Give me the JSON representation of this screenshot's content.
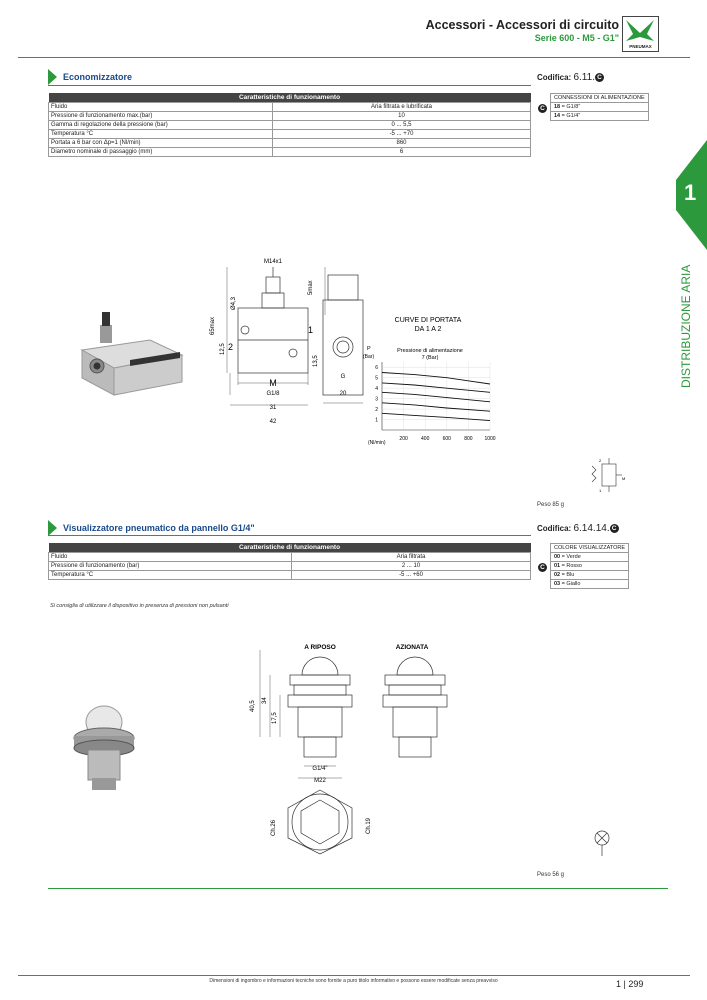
{
  "header": {
    "title": "Accessori - Accessori di circuito",
    "subtitle": "Serie 600 - M5 - G1\"",
    "logo_text": "PNEUMAX"
  },
  "side_tab": {
    "number": "1",
    "label": "DISTRIBUZIONE ARIA"
  },
  "section1": {
    "title": "Economizzatore",
    "codifica_label": "Codifica:",
    "codifica_value": "6.11.",
    "codifica_badge": "C",
    "table_header": "Caratteristiche di funzionamento",
    "rows": [
      {
        "label": "Fluido",
        "value": "Aria filtrata e lubrificata"
      },
      {
        "label": "Pressione di funzionamento max.(bar)",
        "value": "10"
      },
      {
        "label": "Gamma di regolazione della pressione (bar)",
        "value": "0 ... 5,5"
      },
      {
        "label": "Temperatura °C",
        "value": "-5 ... +70"
      },
      {
        "label": "Portata a 6 bar con Δp=1 (Nl/min)",
        "value": "860"
      },
      {
        "label": "Diametro nominale di passaggio (mm)",
        "value": "6"
      }
    ],
    "options_header": "CONNESSIONI DI ALIMENTAZIONE",
    "options": [
      {
        "code": "18",
        "text": " = G1/8\""
      },
      {
        "code": "14",
        "text": " = G1/4\""
      }
    ],
    "drawing": {
      "m14": "M14x1",
      "dia": "Ø4,3",
      "dim65": "65max",
      "dim5": "5max",
      "p1": "1",
      "p2": "2",
      "d125": "12,5",
      "d135": "13,5",
      "m": "M",
      "g18": "G1/8",
      "d31": "31",
      "d42": "42",
      "g": "G",
      "d20": "20"
    },
    "weight": "Peso 85 g"
  },
  "chart_data": {
    "type": "line",
    "title": "CURVE DI PORTATA",
    "subtitle": "DA 1 A 2",
    "legend_title": "Pressione di alimentazione",
    "legend_value": "7 (Bar)",
    "ylabel": "P",
    "ylabel_unit": "(Bar)",
    "xlabel": "(Nl/min)",
    "x_ticks": [
      200,
      400,
      600,
      800,
      1000
    ],
    "y_ticks": [
      1,
      2,
      3,
      4,
      5,
      6
    ],
    "xlim": [
      0,
      1000
    ],
    "ylim": [
      0,
      6.5
    ],
    "series": [
      {
        "values": [
          [
            0,
            5.5
          ],
          [
            300,
            5.3
          ],
          [
            600,
            5.0
          ],
          [
            1000,
            4.4
          ]
        ]
      },
      {
        "values": [
          [
            0,
            4.5
          ],
          [
            300,
            4.3
          ],
          [
            600,
            4.0
          ],
          [
            1000,
            3.6
          ]
        ]
      },
      {
        "values": [
          [
            0,
            3.6
          ],
          [
            300,
            3.4
          ],
          [
            600,
            3.1
          ],
          [
            1000,
            2.7
          ]
        ]
      },
      {
        "values": [
          [
            0,
            2.6
          ],
          [
            300,
            2.4
          ],
          [
            600,
            2.1
          ],
          [
            1000,
            1.8
          ]
        ]
      },
      {
        "values": [
          [
            0,
            1.6
          ],
          [
            300,
            1.4
          ],
          [
            600,
            1.2
          ],
          [
            1000,
            0.9
          ]
        ]
      }
    ]
  },
  "section2": {
    "title": "Visualizzatore pneumatico da pannello G1/4\"",
    "codifica_label": "Codifica:",
    "codifica_value": "6.14.14.",
    "codifica_badge": "C",
    "table_header": "Caratteristiche di funzionamento",
    "rows": [
      {
        "label": "Fluido",
        "value": "Aria filtrata"
      },
      {
        "label": "Pressione di funzionamento (bar)",
        "value": "2 ... 10"
      },
      {
        "label": "Temperatura °C",
        "value": "-5 ... +60"
      }
    ],
    "options_header": "COLORE VISUALIZZATORE",
    "options": [
      {
        "code": "00",
        "text": " = Verde"
      },
      {
        "code": "01",
        "text": " = Rosso"
      },
      {
        "code": "02",
        "text": " = Blu"
      },
      {
        "code": "03",
        "text": " = Giallo"
      }
    ],
    "note": "Si consiglia di utilizzare il dispositivo in presenza di pressioni non pulsanti",
    "drawing": {
      "riposo": "A RIPOSO",
      "azionata": "AZIONATA",
      "d405": "40,5",
      "d34": "34",
      "d175": "17,5",
      "g14": "G1/4\"",
      "m22": "M22",
      "ch26": "Ch.26",
      "ch19": "Ch.19"
    },
    "weight": "Peso 56 g"
  },
  "footer": {
    "disclaimer": "Dimensioni di ingombro e informazioni tecniche sono fornite a puro titolo informativo e possono essere modificate senza preavviso",
    "chapter": "1",
    "page": "299"
  },
  "colors": {
    "accent": "#2c9a3c",
    "title_blue": "#1a4a8a",
    "table_header": "#444444"
  }
}
